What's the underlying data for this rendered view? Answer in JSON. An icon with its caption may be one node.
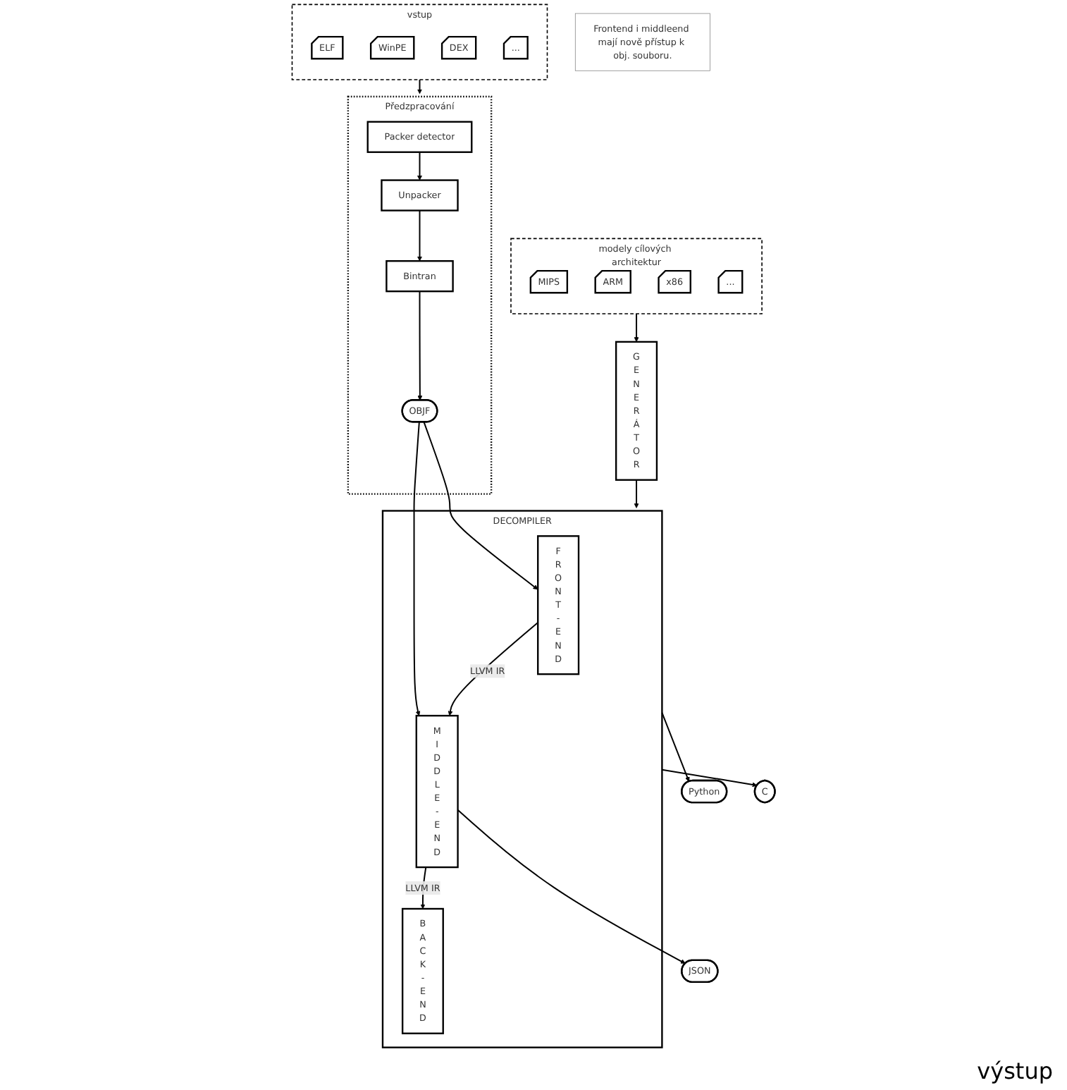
{
  "diagram": {
    "nodes": [
      {
        "text": [
          "Předzpracování"
        ]
      },
      {
        "text": [
          "Packer detector"
        ],
        "in": 0
      },
      {
        "text": [
          "Unpacker"
        ],
        "in": 0
      },
      {
        "text": [
          "Bintran"
        ],
        "in": 0
      },
      {
        "text": [
          "OBJF"
        ],
        "in": 0
      },
      {
        "text": [
          "vstup"
        ]
      },
      {
        "text": [
          "ELF"
        ],
        "in": 5
      },
      {
        "text": [
          "WinPE"
        ],
        "in": 5
      },
      {
        "text": [
          "DEX"
        ],
        "in": 5
      },
      {
        "text": [
          "..."
        ],
        "in": 5
      },
      {
        "text": [
          "Frontend i middleend mají nově přístup k obj. souboru."
        ]
      },
      {
        "text": [
          "modely cílových architektur"
        ]
      },
      {
        "text": [
          "MIPS"
        ],
        "in": 11
      },
      {
        "text": [
          "ARM"
        ],
        "in": 11
      },
      {
        "text": [
          "x86"
        ],
        "in": 11
      },
      {
        "text": [
          "..."
        ],
        "in": 11
      },
      {
        "text": [
          "GENERÁTOR"
        ]
      },
      {
        "text": [
          "DECOMPILER"
        ]
      },
      {
        "text": [
          "FRONT-END"
        ],
        "in": 17
      },
      {
        "text": [
          "MIDDLE-END"
        ],
        "in": 17
      },
      {
        "text": [
          "BACK-END"
        ],
        "in": 17
      },
      {
        "text": [
          "Python"
        ]
      },
      {
        "text": [
          "C"
        ]
      },
      {
        "text": [
          "JSON"
        ]
      }
    ],
    "edges": [
      {
        "from": 5,
        "to": 0,
        "arrow": "to"
      },
      {
        "from": 1,
        "to": 2,
        "arrow": "to"
      },
      {
        "from": 2,
        "to": 3,
        "arrow": "to"
      },
      {
        "from": 3,
        "to": 4,
        "arrow": "to"
      },
      {
        "from": 4,
        "to": 18,
        "arrow": "to"
      },
      {
        "from": 4,
        "to": 19,
        "arrow": "to"
      },
      {
        "from": 11,
        "to": 16,
        "arrow": "to"
      },
      {
        "from": 16,
        "to": 17,
        "arrow": "to"
      },
      {
        "from": 18,
        "to": 19,
        "arrow": "to",
        "label": "LLVM IR"
      },
      {
        "from": 19,
        "to": 20,
        "arrow": "to",
        "label": "LLVM IR"
      },
      {
        "from": 17,
        "to": 21,
        "arrow": "to"
      },
      {
        "from": 17,
        "to": 22,
        "arrow": "to"
      },
      {
        "from": 19,
        "to": 23,
        "arrow": "to"
      }
    ],
    "labels": [
      "výstup"
    ]
  }
}
